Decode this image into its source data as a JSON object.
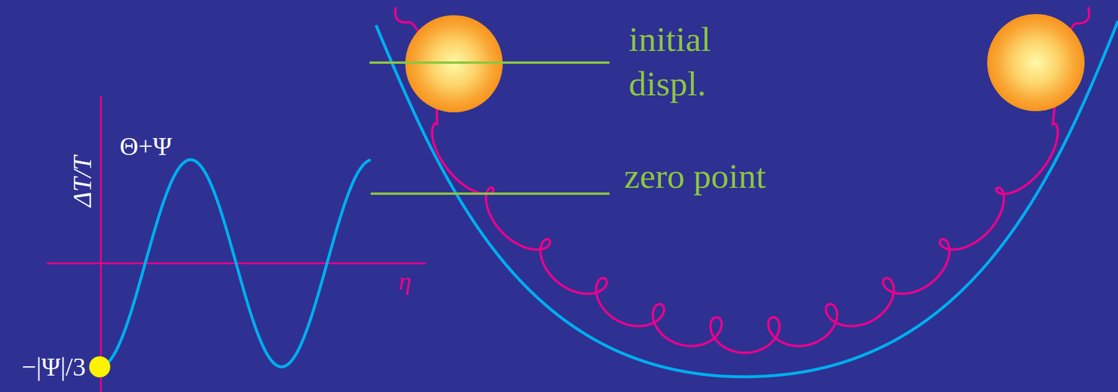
{
  "diagram": {
    "labels": [
      "ΔT/T",
      "Θ+Ψ",
      "−|Ψ|/3",
      "η",
      "initial displ.",
      "zero point"
    ]
  }
}
